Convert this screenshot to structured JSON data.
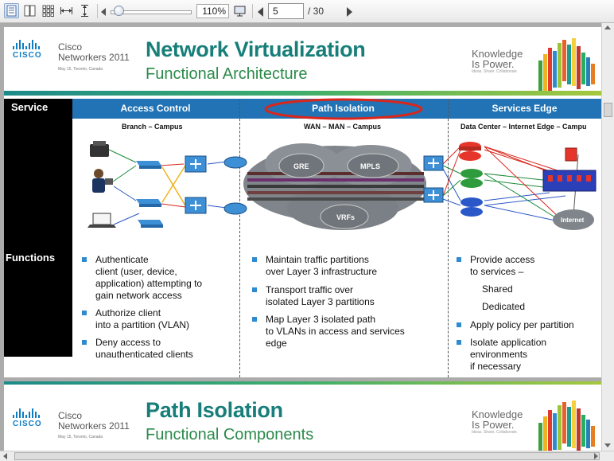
{
  "toolbar": {
    "zoom": "110%",
    "page_current": "5",
    "page_total": "/ 30",
    "tools": [
      "single-page-view-icon",
      "continuous-view-icon",
      "thumbnail-grid-icon",
      "fit-width-icon",
      "fit-height-icon",
      "zoom-slider",
      "presentation-icon"
    ]
  },
  "slide1": {
    "cisco_logo": "CISCO",
    "event_line1": "Cisco",
    "event_line2": "Networkers 2011",
    "event_date": "May 15, Toronto, Canada",
    "title": "Network Virtualization",
    "subtitle": "Functional Architecture",
    "knowledge_line1": "Knowledge",
    "knowledge_line2": "Is Power.",
    "knowledge_tagline": "Ideas. Share. Collaborate.",
    "service_label": "Service",
    "functions_label": "Functions",
    "columns": [
      {
        "title": "Access Control",
        "subhead": "Branch – Campus"
      },
      {
        "title": "Path Isolation",
        "subhead": "WAN – MAN – Campus"
      },
      {
        "title": "Services Edge",
        "subhead": "Data Center – Internet Edge – Campu"
      }
    ],
    "cloud_labels": [
      "GRE",
      "MPLS",
      "VRFs"
    ],
    "internet_label": "Internet",
    "access_bullets": [
      "Authenticate\nclient (user, device,\napplication) attempting to\ngain network access",
      "Authorize client\ninto a partition (VLAN)",
      "Deny access to\nunauthenticated clients"
    ],
    "path_bullets": [
      "Maintain traffic partitions\nover Layer 3 infrastructure",
      "Transport traffic over\nisolated Layer 3 partitions",
      "Map Layer 3 isolated path\nto VLANs in access and services\nedge"
    ],
    "services_bullets": [
      "Provide access\nto services –",
      "Apply policy per partition",
      "Isolate application\nenvironments\nif necessary"
    ],
    "services_sub": [
      "Shared",
      "Dedicated"
    ]
  },
  "slide2": {
    "cisco_logo": "CISCO",
    "event_line1": "Cisco",
    "event_line2": "Networkers 2011",
    "event_date": "May 15, Toronto, Canada",
    "title": "Path Isolation",
    "subtitle": "Functional Components",
    "knowledge_line1": "Knowledge",
    "knowledge_line2": "Is Power.",
    "knowledge_tagline": "Ideas. Share. Collaborate."
  },
  "colors": {
    "header_blue": "#2173b5",
    "title_teal": "#177e79",
    "subtitle_green": "#2b8a4b",
    "highlight_red": "#d9261c"
  }
}
